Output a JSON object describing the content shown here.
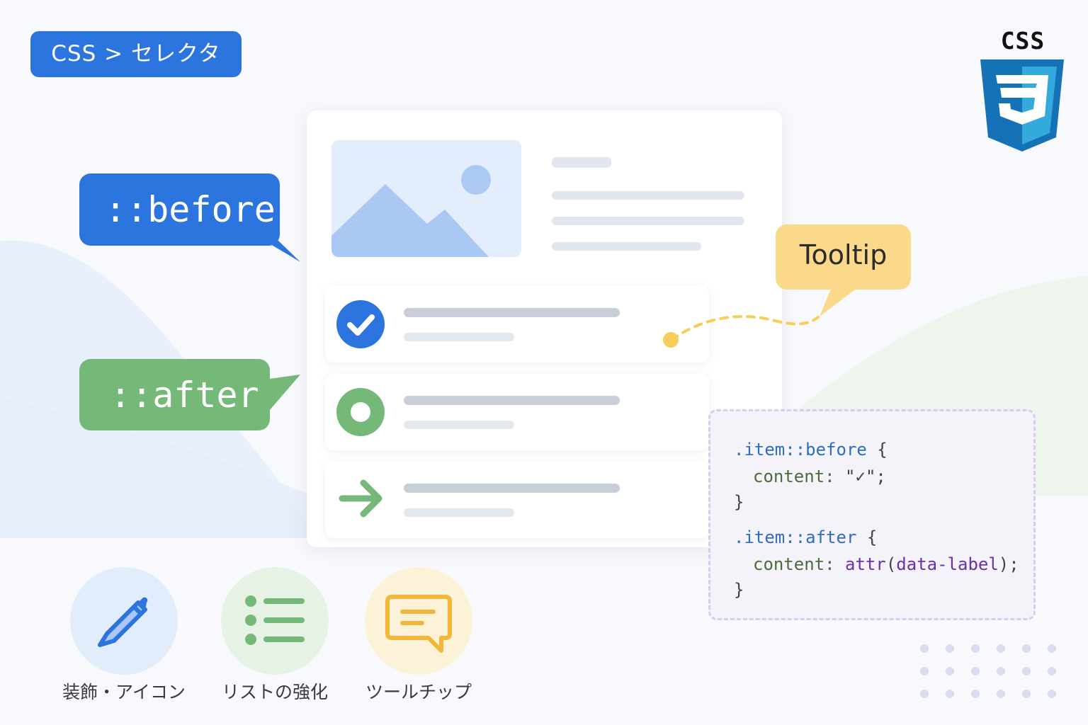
{
  "breadcrumb": "CSS > セレクタ",
  "logo": {
    "word": "CSS",
    "numeral": "3"
  },
  "bubbles": {
    "before": "::before",
    "after": "::after"
  },
  "tooltip": {
    "label": "Tooltip"
  },
  "code": {
    "before_selector": ".item::before",
    "before_property": "content:",
    "before_value": "\"✓\";",
    "after_selector": ".item::after",
    "after_property": "content:",
    "after_function": "attr",
    "after_argument": "data-label",
    "open_brace": "{",
    "close_brace": "}"
  },
  "features": [
    {
      "label": "装飾・アイコン",
      "icon": "pencil-icon"
    },
    {
      "label": "リストの強化",
      "icon": "list-icon"
    },
    {
      "label": "ツールチップ",
      "icon": "chat-bubble-icon"
    }
  ],
  "colors": {
    "accent_blue": "#2c74de",
    "accent_green": "#74b978",
    "tooltip_yellow": "#fbd98a",
    "code_purple": "#6b2fa8"
  }
}
